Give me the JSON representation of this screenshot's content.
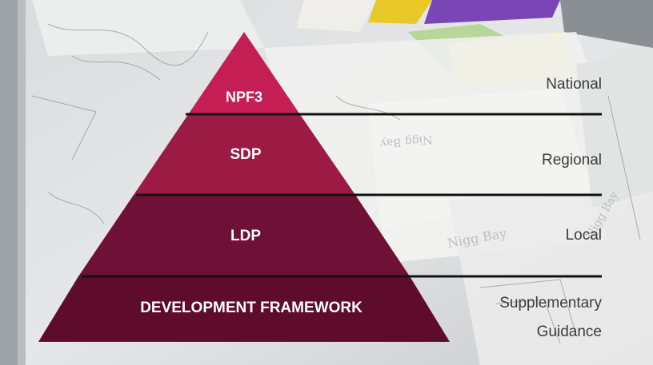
{
  "tiers": [
    {
      "label": "NPF3",
      "color": "#c41e55"
    },
    {
      "label": "SDP",
      "color": "#9c1b45"
    },
    {
      "label": "LDP",
      "color": "#6f1036"
    },
    {
      "label": "DEVELOPMENT FRAMEWORK",
      "color": "#5e0c2a"
    }
  ],
  "levels": [
    {
      "line1": "National"
    },
    {
      "line1": "Regional"
    },
    {
      "line1": "Local"
    },
    {
      "line1": "Supplementary",
      "line2": "Guidance"
    }
  ]
}
